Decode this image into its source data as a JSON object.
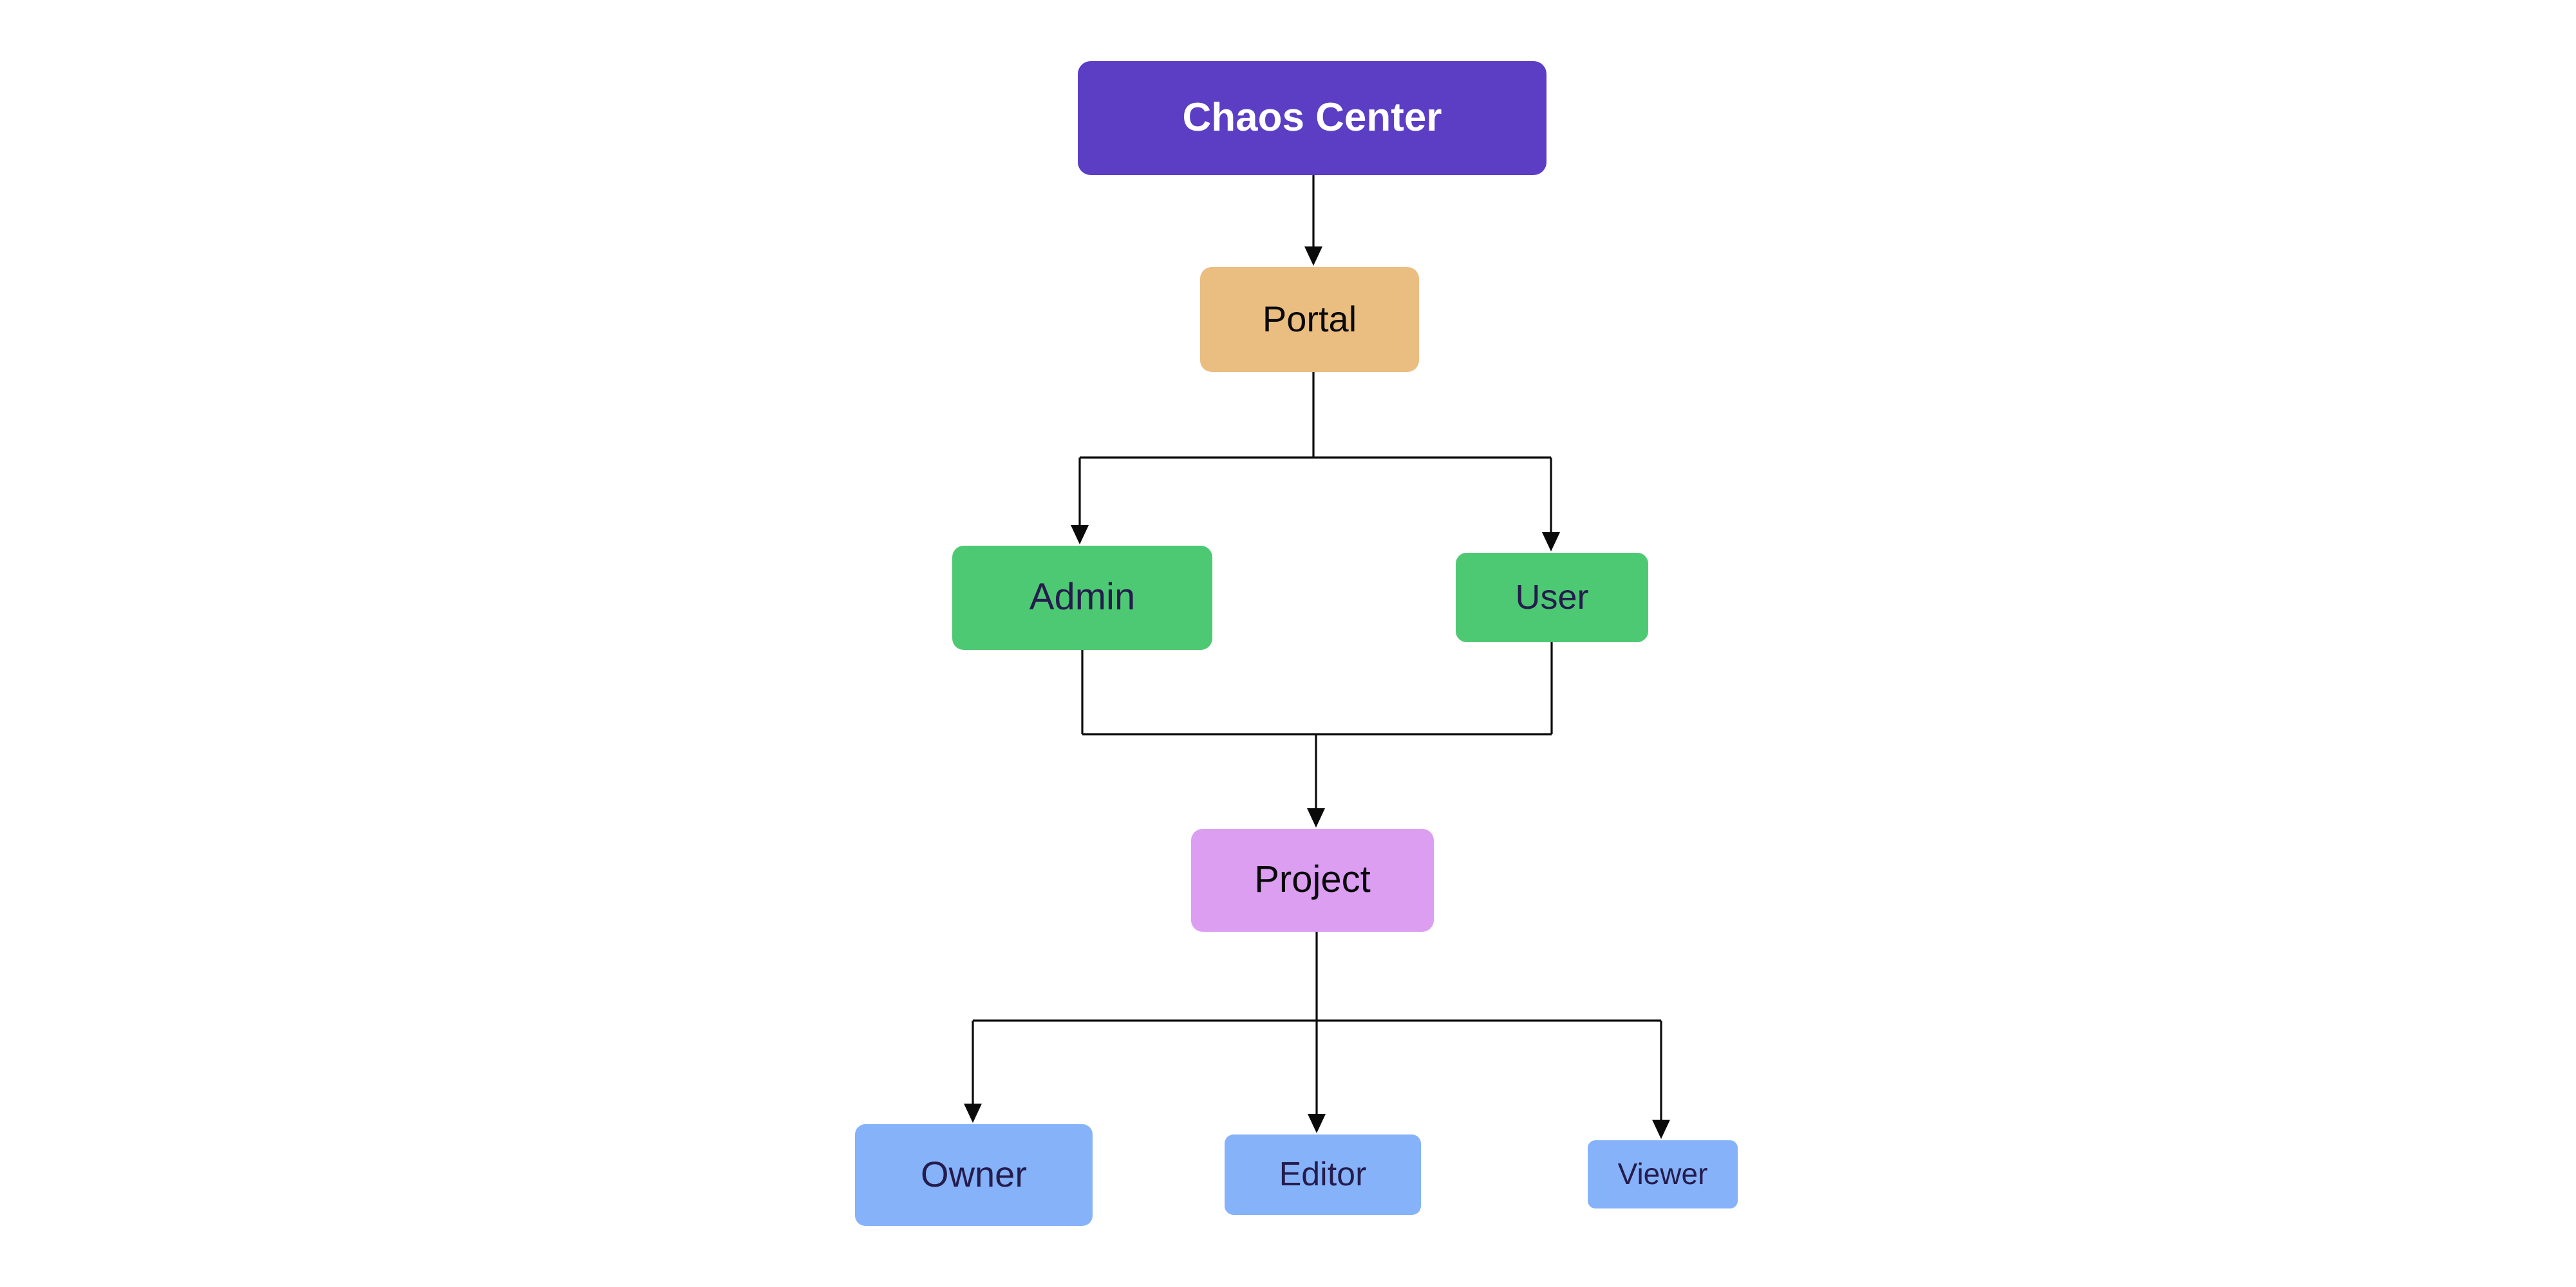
{
  "diagram": {
    "type": "flowchart",
    "canvas_bg": "#FFFFFF",
    "edge_color": "#0A0A0A",
    "nodes": [
      {
        "id": "chaos-center",
        "label": "Chaos Center",
        "bg": "#5B3EC4",
        "fg": "#FFFFFF"
      },
      {
        "id": "portal",
        "label": "Portal",
        "bg": "#EABD81",
        "fg": "#0A0A0A"
      },
      {
        "id": "admin",
        "label": "Admin",
        "bg": "#4EC973",
        "fg": "#251C4D"
      },
      {
        "id": "user",
        "label": "User",
        "bg": "#4EC973",
        "fg": "#251C4D"
      },
      {
        "id": "project",
        "label": "Project",
        "bg": "#DB9EF1",
        "fg": "#0A0A0A"
      },
      {
        "id": "owner",
        "label": "Owner",
        "bg": "#85B2F9",
        "fg": "#251C4D"
      },
      {
        "id": "editor",
        "label": "Editor",
        "bg": "#85B2F9",
        "fg": "#251C4D"
      },
      {
        "id": "viewer",
        "label": "Viewer",
        "bg": "#85B2F9",
        "fg": "#251C4D"
      }
    ],
    "edges": [
      {
        "from": "Chaos Center",
        "to": "Portal"
      },
      {
        "from": "Portal",
        "to": "Admin"
      },
      {
        "from": "Portal",
        "to": "User"
      },
      {
        "from": "Admin",
        "to": "Project"
      },
      {
        "from": "User",
        "to": "Project"
      },
      {
        "from": "Project",
        "to": "Owner"
      },
      {
        "from": "Project",
        "to": "Editor"
      },
      {
        "from": "Project",
        "to": "Viewer"
      }
    ]
  }
}
